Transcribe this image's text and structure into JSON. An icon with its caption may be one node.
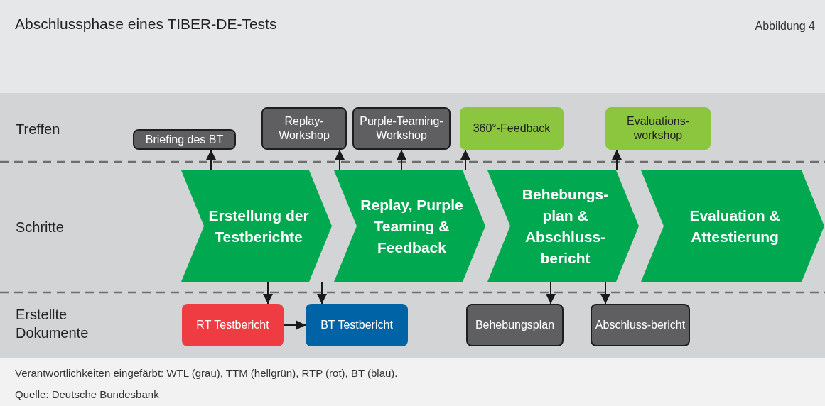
{
  "diagram": {
    "title": "Abschlussphase eines TIBER-DE-Tests",
    "nodes": [
      {
        "text": [
          "Briefing des BT"
        ]
      },
      {
        "text": [
          "Replay-Workshop"
        ]
      },
      {
        "text": [
          "Purple-Teaming-Workshop"
        ]
      },
      {
        "text": [
          "360°-Feedback"
        ]
      },
      {
        "text": [
          "Evaluations-workshop"
        ]
      },
      {
        "text": [
          "Erstellung der Testberichte"
        ]
      },
      {
        "text": [
          "Replay, Purple Teaming & Feedback"
        ]
      },
      {
        "text": [
          "Behebungs-plan & Abschluss-bericht"
        ]
      },
      {
        "text": [
          "Evaluation & Attestierung"
        ]
      },
      {
        "text": [
          "RT Testbericht"
        ]
      },
      {
        "text": [
          "BT Testbericht"
        ]
      },
      {
        "text": [
          "Behebungsplan"
        ]
      },
      {
        "text": [
          "Abschluss-bericht"
        ]
      }
    ],
    "edges": [
      {
        "from": 5,
        "to": 0,
        "arrow": "to"
      },
      {
        "from": 6,
        "to": 1,
        "arrow": "to"
      },
      {
        "from": 6,
        "to": 2,
        "arrow": "to"
      },
      {
        "from": 6,
        "to": 3,
        "arrow": "to"
      },
      {
        "from": 7,
        "to": 4,
        "arrow": "to"
      },
      {
        "from": 5,
        "to": 9,
        "arrow": "to"
      },
      {
        "from": 5,
        "to": 10,
        "arrow": "to"
      },
      {
        "from": 9,
        "to": 10,
        "arrow": "to"
      },
      {
        "from": 7,
        "to": 11,
        "arrow": "to"
      },
      {
        "from": 7,
        "to": 12,
        "arrow": "to"
      }
    ],
    "labels": [
      "Abbildung 4",
      "Treffen",
      "Schritte",
      "Erstellte Dokumente",
      "Verantwortlichkeiten eingefärbt: WTL (grau), TTM (hellgrün), RTP (rot), BT (blau).",
      "Quelle: Deutsche Bundesbank"
    ]
  }
}
